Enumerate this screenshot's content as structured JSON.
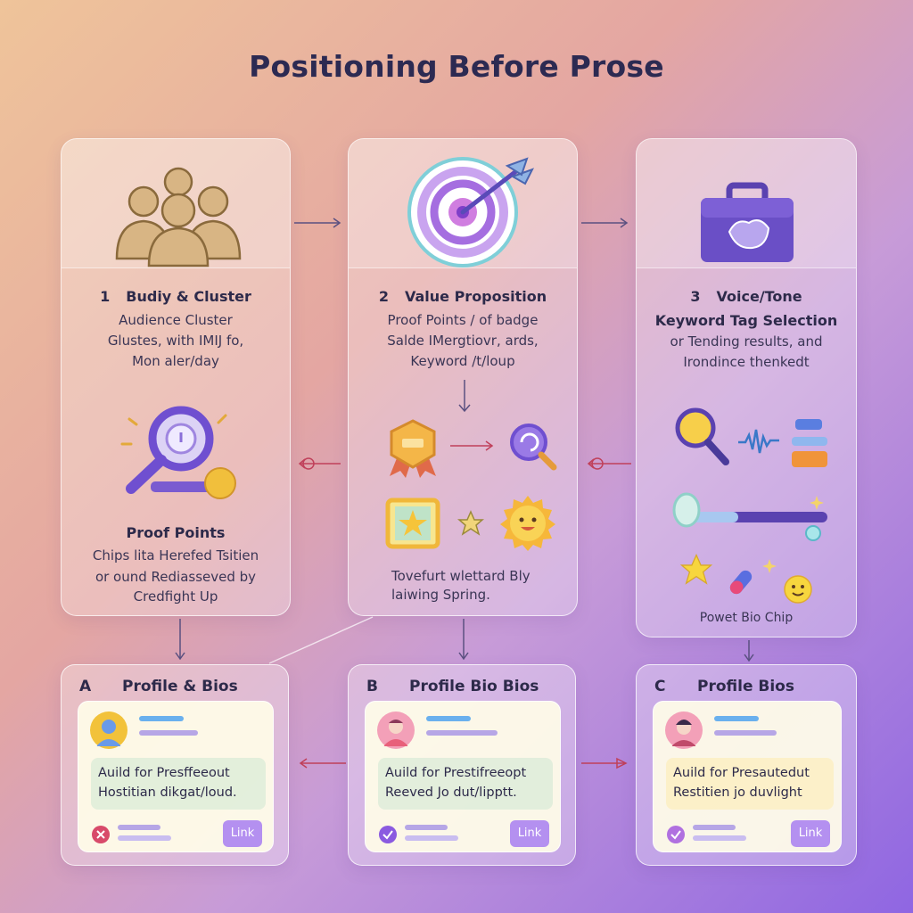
{
  "title": "Positioning Before Prose",
  "columns": [
    {
      "num": "1",
      "heading": "Budiy & Cluster",
      "lines": [
        "Audience Cluster",
        "Glustes, with IMIJ fo,",
        "Mon aler/day"
      ],
      "sub_heading": "Proof Points",
      "sub_lines": [
        "Chips lita Herefed Tsitien",
        "or ound Rediasseved by",
        "Credfight Up"
      ]
    },
    {
      "num": "2",
      "heading": "Value Proposition",
      "lines": [
        "Proof Points / of badge",
        "Salde IMergtiovr, ards,",
        "Keyword /t/loup"
      ],
      "sub_lines": [
        "Tovefurt wlettard Bly",
        "laiwing Spring."
      ]
    },
    {
      "num": "3",
      "heading": "Voice/Tone",
      "lines": [
        "Keyword Tag Selection",
        "or Tending results, and",
        "Irondince thenkedt"
      ],
      "chip_label": "Powet Bio Chip"
    }
  ],
  "profiles": [
    {
      "letter": "A",
      "label": "Profile & Bios",
      "quote": [
        "Auild for Presffeeout",
        "Hostitian dikgat/loud."
      ],
      "link": "Link"
    },
    {
      "letter": "B",
      "label": "Profile Bio Bios",
      "quote": [
        "Auild for Prestifreeopt",
        "Reeved Jo dut/lipptt."
      ],
      "link": "Link"
    },
    {
      "letter": "C",
      "label": "Profile Bios",
      "quote": [
        "Auild for Presautedut",
        "Restitien jo duvlight"
      ],
      "link": "Link"
    }
  ],
  "colors": {
    "accent": "#6f4fd0",
    "gold": "#e7b33c",
    "link_button": "#b490f0"
  },
  "icons": [
    "people-group-icon",
    "target-arrow-icon",
    "briefcase-handshake-icon",
    "magnifier-icon",
    "badge-icon",
    "star-frame-icon",
    "sun-smiley-icon",
    "slider-icon",
    "pill-icon"
  ]
}
